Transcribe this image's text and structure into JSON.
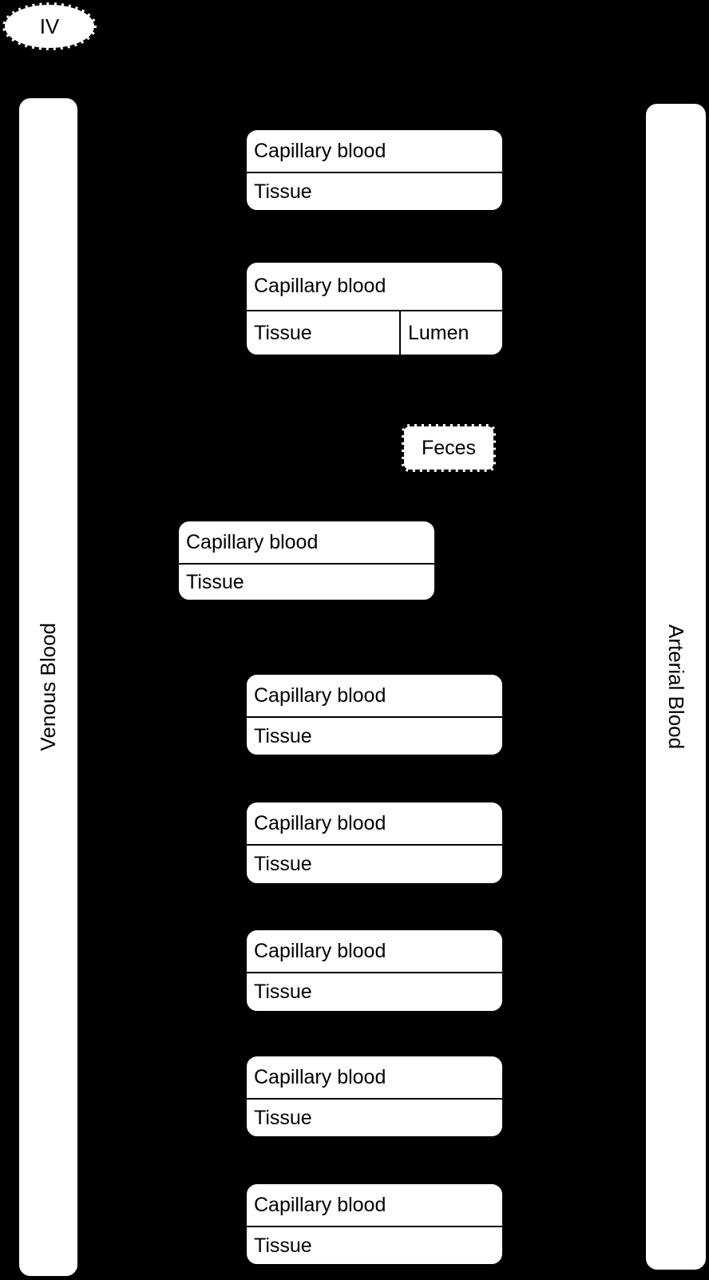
{
  "diagram": {
    "iv": {
      "label": "IV"
    },
    "venous_bar": {
      "label": "Venous Blood"
    },
    "arterial_bar": {
      "label": "Arterial Blood"
    },
    "feces": {
      "label": "Feces"
    },
    "compartments": [
      {
        "capillary": "Capillary blood",
        "tissue": "Tissue"
      },
      {
        "capillary": "Capillary blood",
        "tissue": "Tissue",
        "lumen": "Lumen"
      },
      {
        "capillary": "Capillary blood",
        "tissue": "Tissue"
      },
      {
        "capillary": "Capillary blood",
        "tissue": "Tissue"
      },
      {
        "capillary": "Capillary blood",
        "tissue": "Tissue"
      },
      {
        "capillary": "Capillary blood",
        "tissue": "Tissue"
      },
      {
        "capillary": "Capillary blood",
        "tissue": "Tissue"
      },
      {
        "capillary": "Capillary blood",
        "tissue": "Tissue"
      }
    ],
    "colors": {
      "background": "#000000",
      "box_fill": "#ffffff",
      "box_border": "#000000",
      "text": "#000000"
    }
  }
}
